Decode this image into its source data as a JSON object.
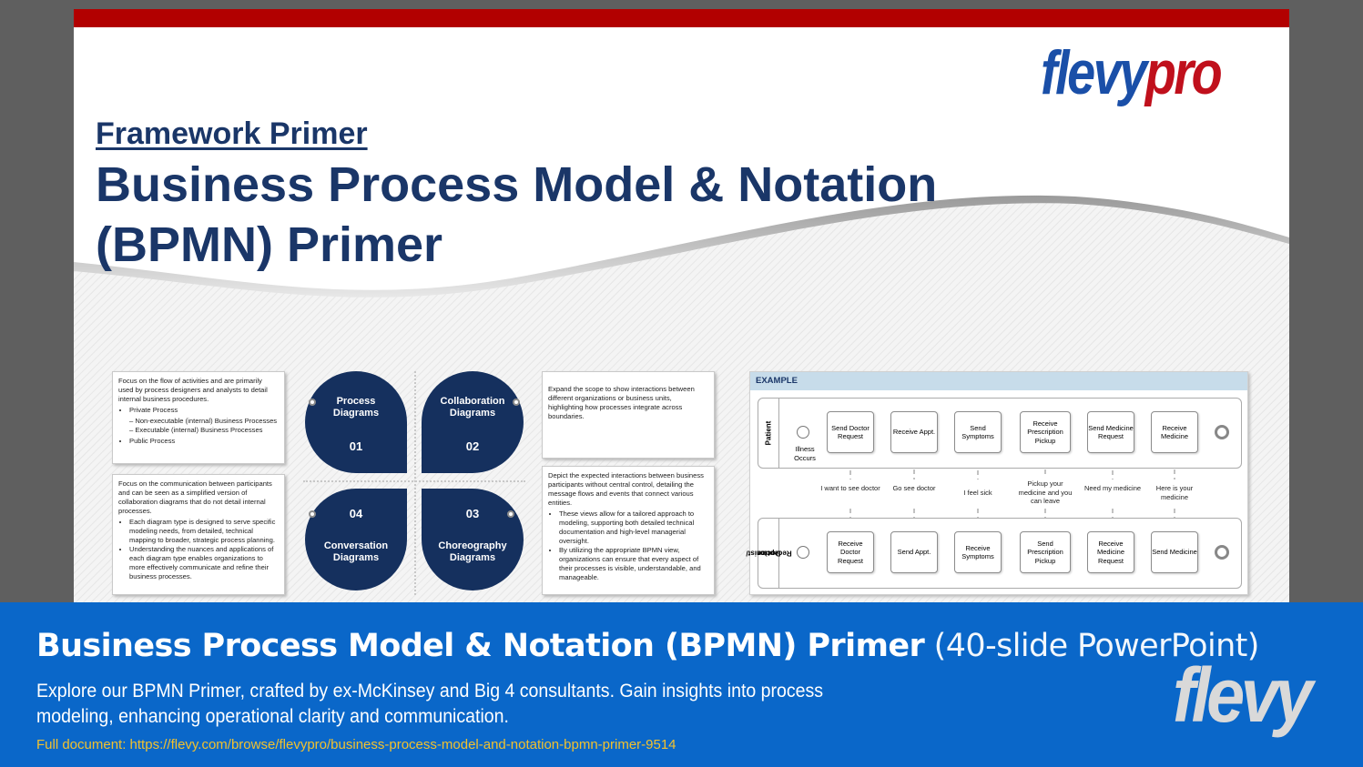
{
  "slide": {
    "kicker": "Framework Primer",
    "title_line1": "Business Process Model & Notation",
    "title_line2": "(BPMN) Primer",
    "brand_logo_f": "flevy",
    "brand_logo_p": "pro"
  },
  "quadrants": {
    "q1": {
      "label_l1": "Process",
      "label_l2": "Diagrams",
      "num": "01",
      "desc": "Focus on the flow of activities and are primarily used by process designers and analysts to detail internal business procedures.",
      "bullets": [
        "Private Process",
        "Public Process"
      ],
      "sub": [
        "Non-executable (internal) Business Processes",
        "Executable (internal) Business Processes"
      ]
    },
    "q2": {
      "label_l1": "Collaboration",
      "label_l2": "Diagrams",
      "num": "02",
      "desc": "Expand the scope to show interactions between different organizations or business units, highlighting how processes integrate across boundaries."
    },
    "q3": {
      "label_l1": "Choreography",
      "label_l2": "Diagrams",
      "num": "03",
      "desc": "Depict the expected interactions between business participants without central control, detailing the message flows and events that connect various entities.",
      "bullets": [
        "These views allow for a tailored approach to modeling, supporting both detailed technical documentation and high-level managerial oversight.",
        "By utilizing the appropriate BPMN view, organizations can ensure that every aspect of their processes is visible, understandable, and manageable."
      ]
    },
    "q4": {
      "label_l1": "Conversation",
      "label_l2": "Diagrams",
      "num": "04",
      "desc": "Focus on the communication between participants and can be seen as a simplified version of collaboration diagrams that do not detail internal processes.",
      "bullets": [
        "Each diagram type is designed to serve specific modeling needs, from detailed, technical mapping to broader, strategic process planning.",
        "Understanding the nuances and applications of each diagram type enables organizations to more effectively communicate and refine their business processes."
      ]
    }
  },
  "example": {
    "header": "EXAMPLE",
    "pool_top": "Patient",
    "pool_bottom_l1": "Receptionist/",
    "pool_bottom_l2": "Doctor",
    "start_label": "Illness Occurs",
    "top_tasks": [
      "Send Doctor Request",
      "Receive Appt.",
      "Send Symptoms",
      "Receive Prescription Pickup",
      "Send Medicine Request",
      "Receive Medicine"
    ],
    "bottom_tasks": [
      "Receive Doctor Request",
      "Send Appt.",
      "Receive Symptoms",
      "Send Prescription Pickup",
      "Receive Medicine Request",
      "Send Medicine"
    ],
    "messages": [
      "I want to see doctor",
      "Go see doctor",
      "I feel sick",
      "Pickup your medicine and you can leave",
      "Need my medicine",
      "Here is your medicine"
    ]
  },
  "banner": {
    "title_bold": "Business Process Model & Notation (BPMN) Primer",
    "title_light": " (40-slide PowerPoint)",
    "description": "Explore our BPMN Primer, crafted by ex-McKinsey and Big 4 consultants. Gain insights into process modeling, enhancing operational clarity and communication.",
    "url": "Full document: https://flevy.com/browse/flevypro/business-process-model-and-notation-bpmn-primer-9514",
    "logo": "flevy"
  },
  "colors": {
    "navy": "#15305e",
    "title_blue": "#1a3668",
    "red_bar": "#b20000",
    "banner_blue": "#0a67c9",
    "url_yellow": "#f2c12e"
  }
}
